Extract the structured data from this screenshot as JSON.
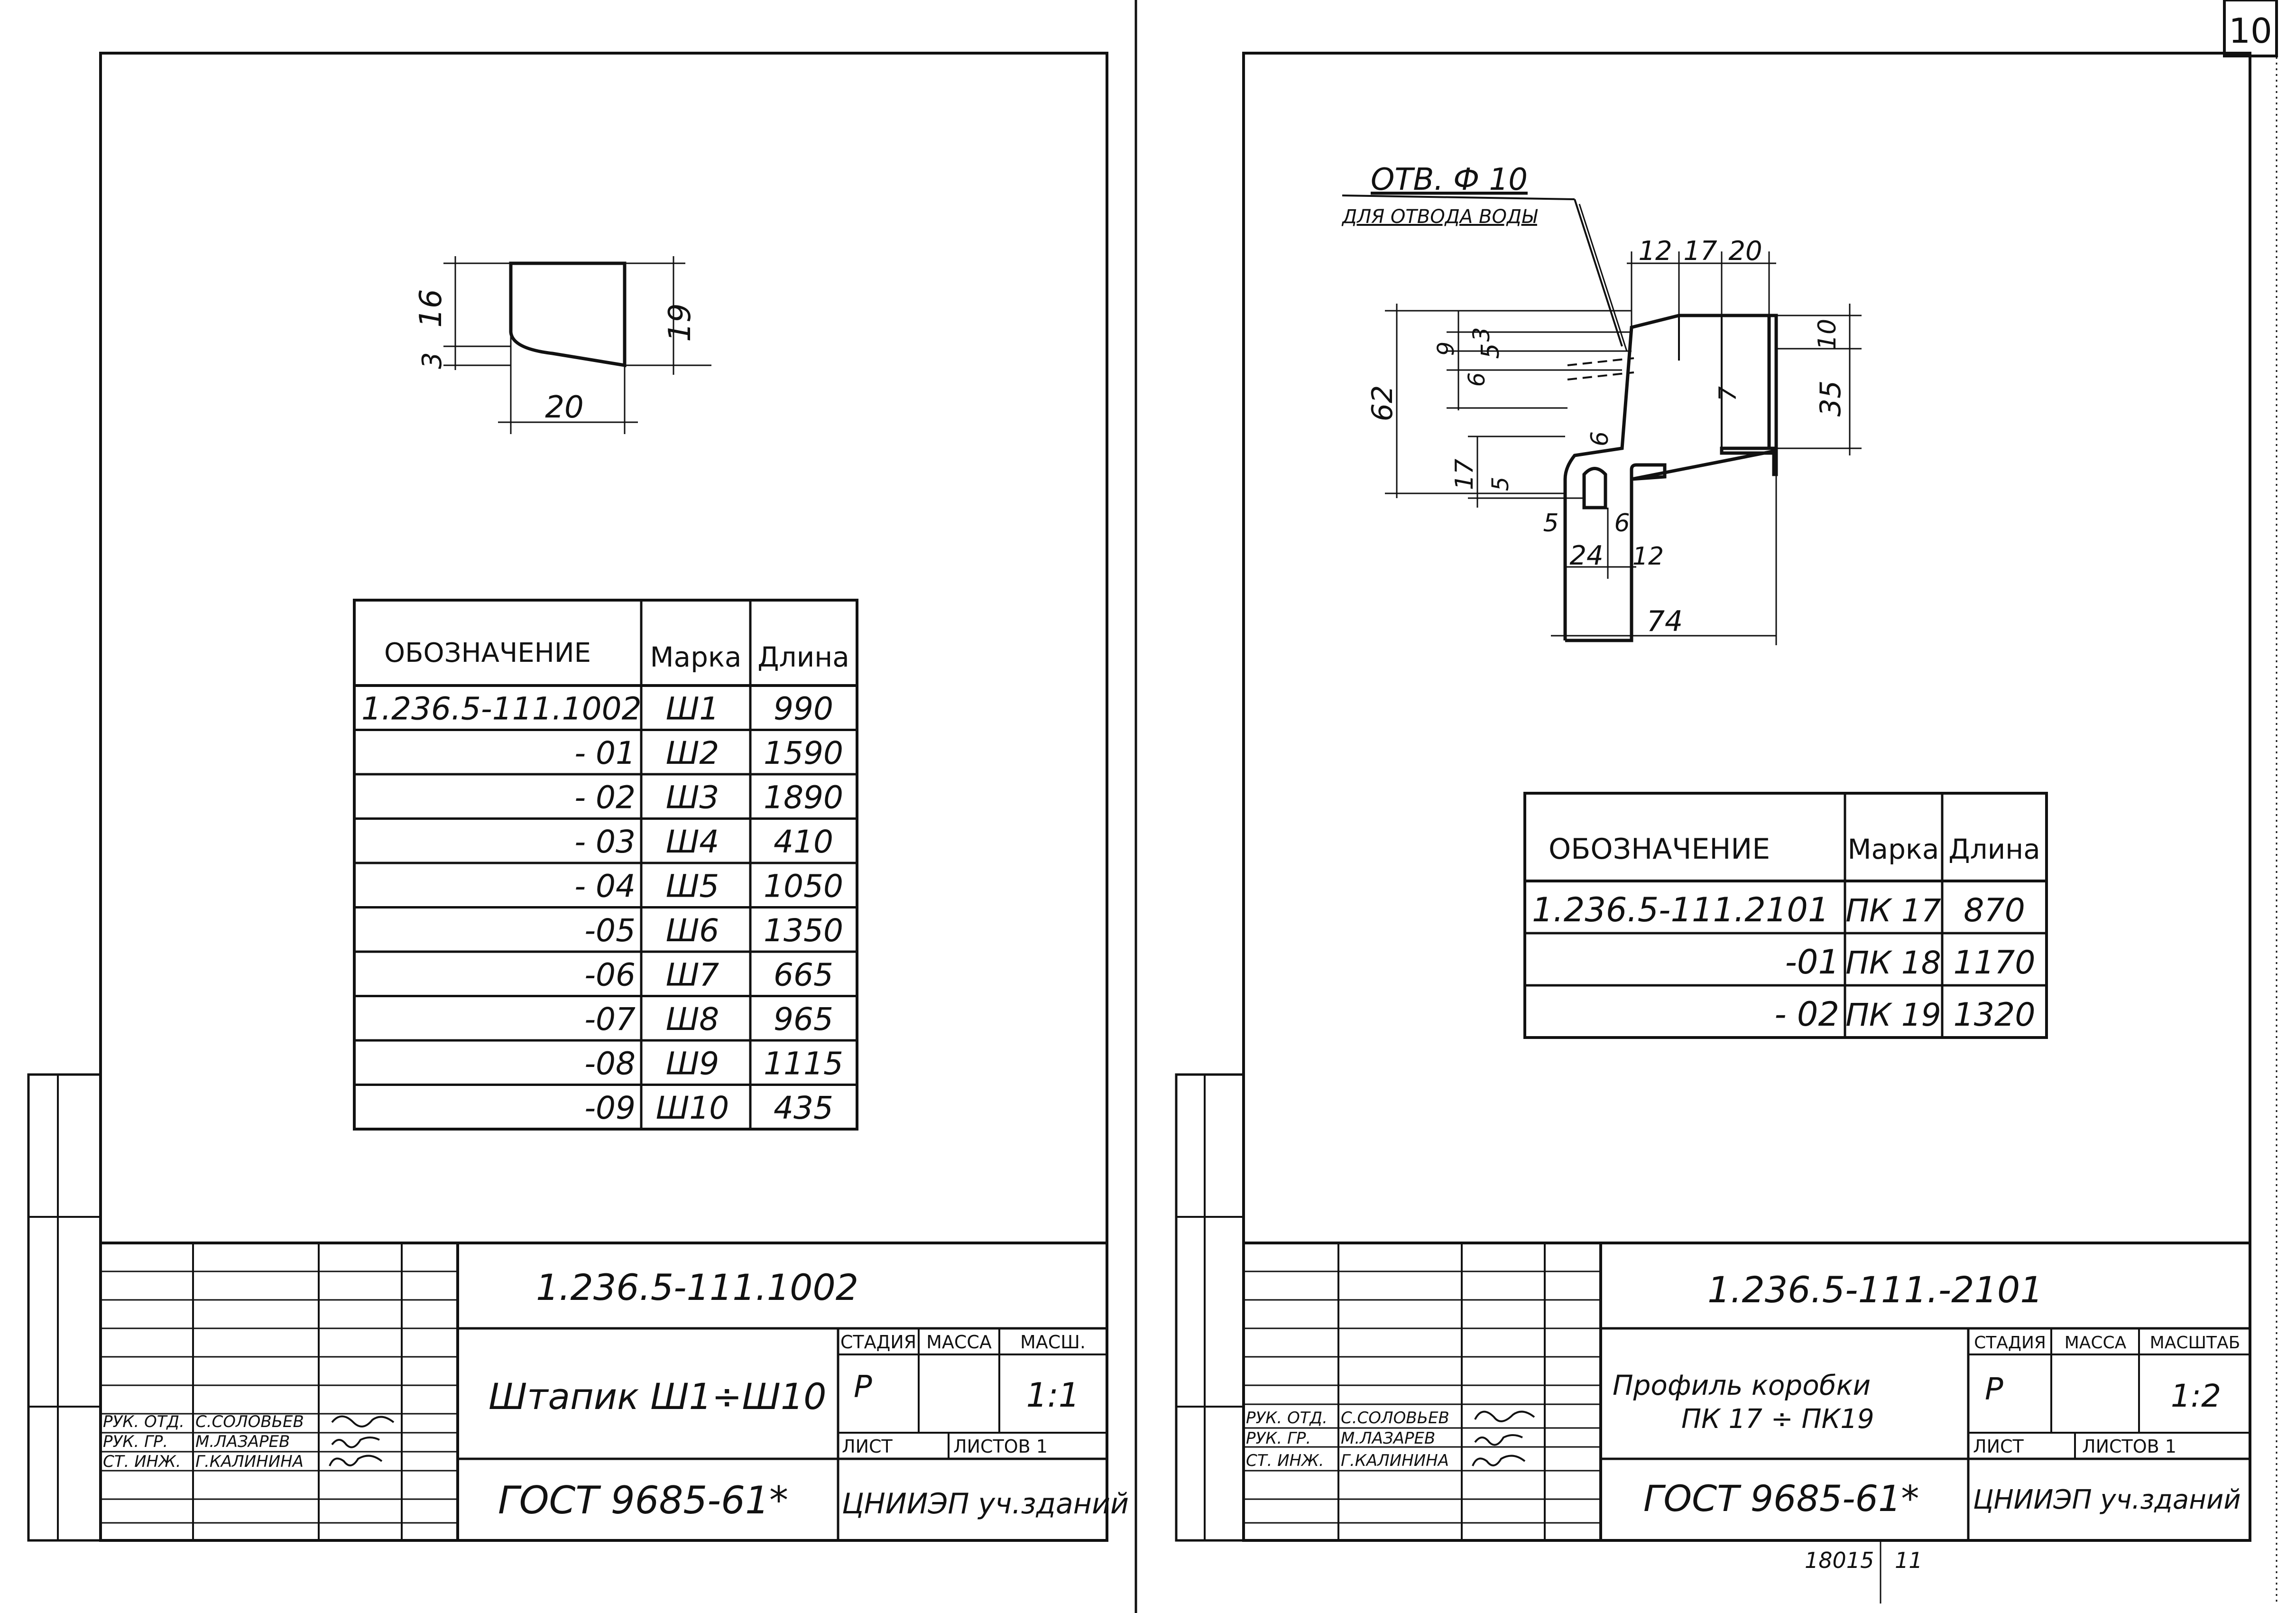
{
  "page_number": "10",
  "left_sheet": {
    "dims": {
      "d16": "16",
      "d3": "3",
      "d19": "19",
      "d20": "20"
    },
    "table": {
      "headers": [
        "ОБОЗНАЧЕНИЕ",
        "Марка",
        "Длина"
      ],
      "rows": [
        [
          "1.236.5-111.1002",
          "Ш1",
          "990"
        ],
        [
          "- 01",
          "Ш2",
          "1590"
        ],
        [
          "- 02",
          "Ш3",
          "1890"
        ],
        [
          "- 03",
          "Ш4",
          "410"
        ],
        [
          "- 04",
          "Ш5",
          "1050"
        ],
        [
          "-05",
          "Ш6",
          "1350"
        ],
        [
          "-06",
          "Ш7",
          "665"
        ],
        [
          "-07",
          "Ш8",
          "965"
        ],
        [
          "-08",
          "Ш9",
          "1115"
        ],
        [
          "-09",
          "Ш10",
          "435"
        ]
      ]
    },
    "title_block": {
      "code": "1.236.5-111.1002",
      "name": "Штапик Ш1÷Ш10",
      "standard": "ГОСТ 9685-61*",
      "stage_label": "СТАДИЯ",
      "mass_label": "МАССА",
      "scale_label": "МАСШ.",
      "stage": "Р",
      "scale": "1:1",
      "sheet_label": "ЛИСТ",
      "sheets_label": "ЛИСТОВ 1",
      "org": "ЦНИИЭП уч.зданий",
      "roles": [
        {
          "role": "РУК. ОТД.",
          "name": "С.СОЛОВЬЕВ"
        },
        {
          "role": "РУК. ГР.",
          "name": "М.ЛАЗАРЕВ"
        },
        {
          "role": "СТ. ИНЖ.",
          "name": "Г.КАЛИНИНА"
        }
      ]
    }
  },
  "right_sheet": {
    "hole_note": "ОТВ. Ф 10",
    "hole_note_2": "ДЛЯ ОТВОДА ВОДЫ",
    "dims": {
      "d12a": "12",
      "d17a": "17",
      "d20": "20",
      "d3": "3",
      "d9": "9",
      "d5a": "5",
      "d10": "10",
      "d62": "62",
      "d6a": "6",
      "d7": "7",
      "d35": "35",
      "d6b": "6",
      "d17b": "17",
      "d5b": "5",
      "d5c": "5",
      "d6c": "6",
      "d24": "24",
      "d12b": "12",
      "d74": "74"
    },
    "table": {
      "headers": [
        "ОБОЗНАЧЕНИЕ",
        "Марка",
        "Длина"
      ],
      "rows": [
        [
          "1.236.5-111.2101",
          "ПК 17",
          "870"
        ],
        [
          "-01",
          "ПК 18",
          "1170"
        ],
        [
          "- 02",
          "ПК 19",
          "1320"
        ]
      ]
    },
    "title_block": {
      "code": "1.236.5-111.-2101",
      "name_line1": "Профиль коробки",
      "name_line2": "ПК 17 ÷ ПК19",
      "standard": "ГОСТ 9685-61*",
      "stage_label": "СТАДИЯ",
      "mass_label": "МАССА",
      "scale_label": "МАСШТАБ",
      "stage": "Р",
      "scale": "1:2",
      "sheet_label": "ЛИСТ",
      "sheets_label": "ЛИСТОВ 1",
      "org": "ЦНИИЭП уч.зданий",
      "roles": [
        {
          "role": "РУК. ОТД.",
          "name": "С.СОЛОВЬЕВ"
        },
        {
          "role": "РУК. ГР.",
          "name": "М.ЛАЗАРЕВ"
        },
        {
          "role": "СТ. ИНЖ.",
          "name": "Г.КАЛИНИНА"
        }
      ]
    },
    "footer_note": "18015",
    "footer_note_2": "11"
  }
}
